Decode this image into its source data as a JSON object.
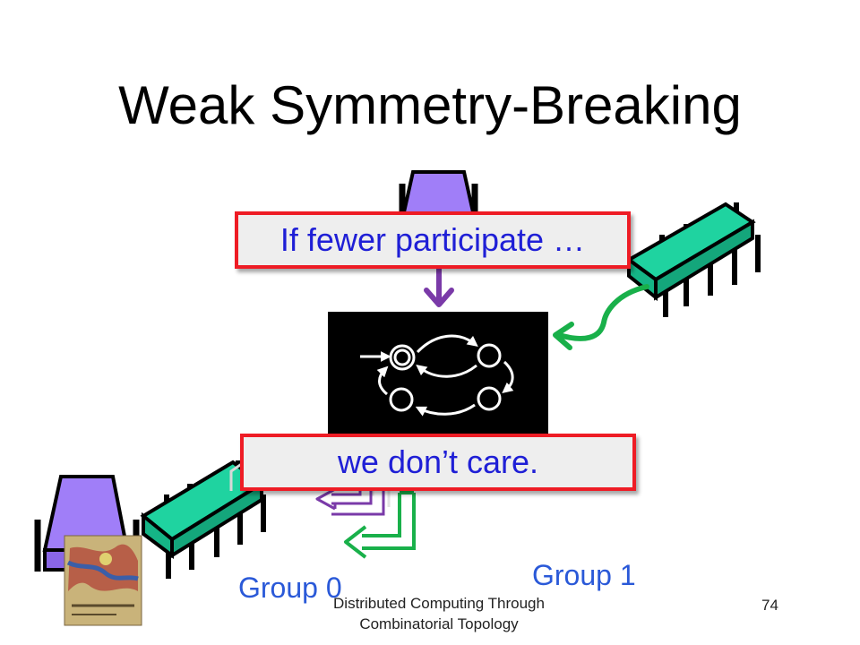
{
  "slide": {
    "title": "Weak Symmetry-Breaking",
    "callout_top": "If fewer participate …",
    "callout_bottom": "we don’t care.",
    "group_0_label": "Group 0",
    "group_1_label": "Group 1",
    "footer_line_1": "Distributed Computing Through",
    "footer_line_2": "Combinatorial Topology",
    "page_number": "74"
  },
  "colors": {
    "purple_process": "#a07ef8",
    "green_process": "#1fd3a0",
    "purple_arrow": "#7a3aa8",
    "green_arrow": "#19b04a",
    "callout_border": "#ee1c25",
    "callout_text": "#1f1fd6",
    "group_label": "#2a59d8"
  },
  "icons": [
    "purple-process-icon",
    "green-process-icon",
    "automaton-box",
    "book-cover-icon"
  ]
}
